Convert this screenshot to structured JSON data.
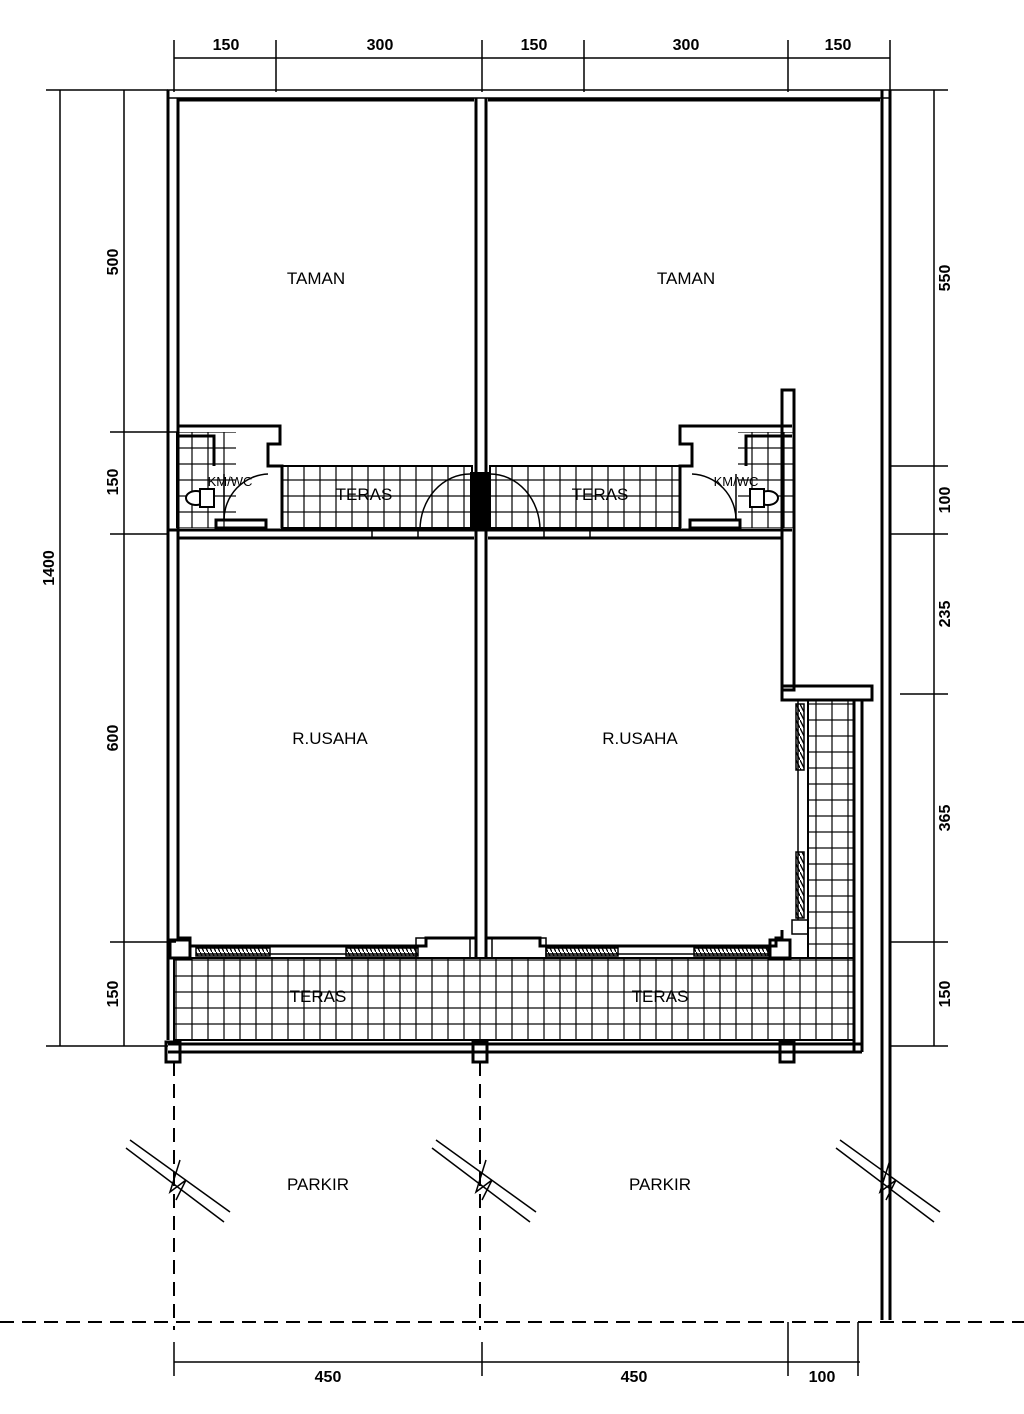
{
  "rooms": {
    "taman_left": "TAMAN",
    "taman_right": "TAMAN",
    "kmwc_left": "KM/WC",
    "kmwc_right": "KM/WC",
    "teras_back_left": "TERAS",
    "teras_back_right": "TERAS",
    "usaha_left": "R.USAHA",
    "usaha_right": "R.USAHA",
    "teras_front_left": "TERAS",
    "teras_front_right": "TERAS",
    "parkir_left": "PARKIR",
    "parkir_right": "PARKIR"
  },
  "dimensions": {
    "top": [
      "150",
      "300",
      "150",
      "300",
      "150"
    ],
    "left": [
      "500",
      "150",
      "600",
      "150"
    ],
    "left_total": "1400",
    "right": [
      "550",
      "100",
      "235",
      "365",
      "150"
    ],
    "bottom": [
      "450",
      "450",
      "100"
    ]
  }
}
